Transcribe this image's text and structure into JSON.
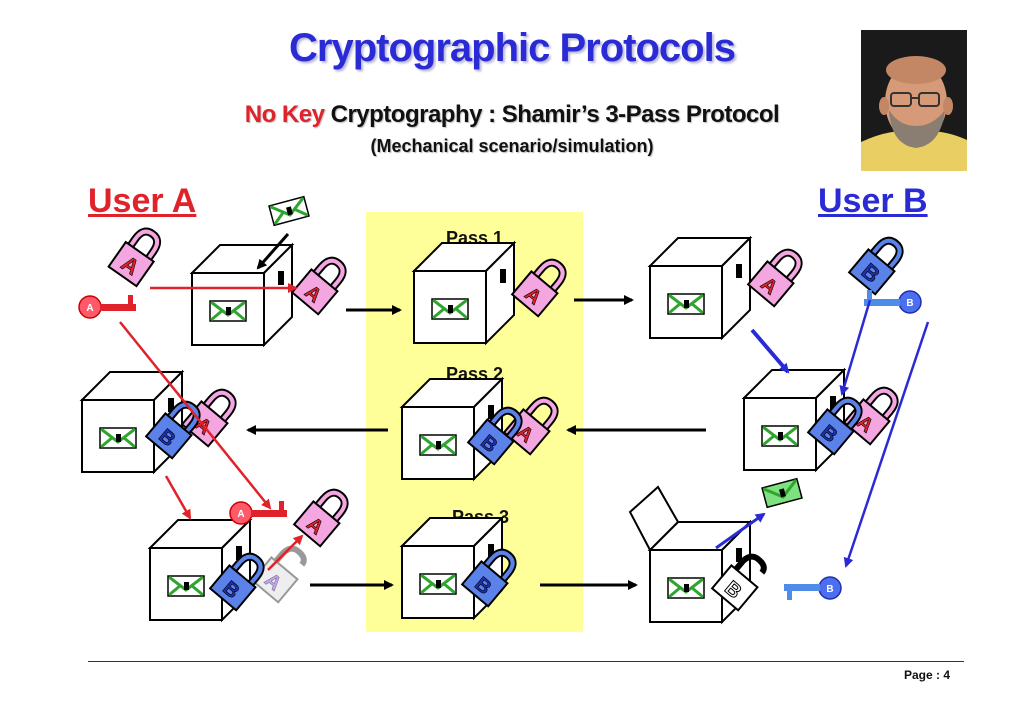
{
  "header": {
    "title": "Cryptographic Protocols",
    "subtitle_red": "No Key",
    "subtitle_rest": " Cryptography :   Shamir’s  3-Pass Protocol",
    "subsubtitle": "(Mechanical scenario/simulation)"
  },
  "users": {
    "a_label": "User A",
    "b_label": "User B"
  },
  "passes": {
    "pass1": "Pass 1",
    "pass2": "Pass 2",
    "pass3": "Pass 3"
  },
  "lock_letters": {
    "a": "A",
    "b": "B"
  },
  "colors": {
    "title_blue": "#2b2bd6",
    "red": "#e0222a",
    "lock_pink": "#f4a6e0",
    "lock_blue": "#5b82e8",
    "envelope_green": "#2fa52f",
    "yellow_panel": "#ffff99"
  },
  "footer": {
    "page_label": "Page :  4"
  }
}
